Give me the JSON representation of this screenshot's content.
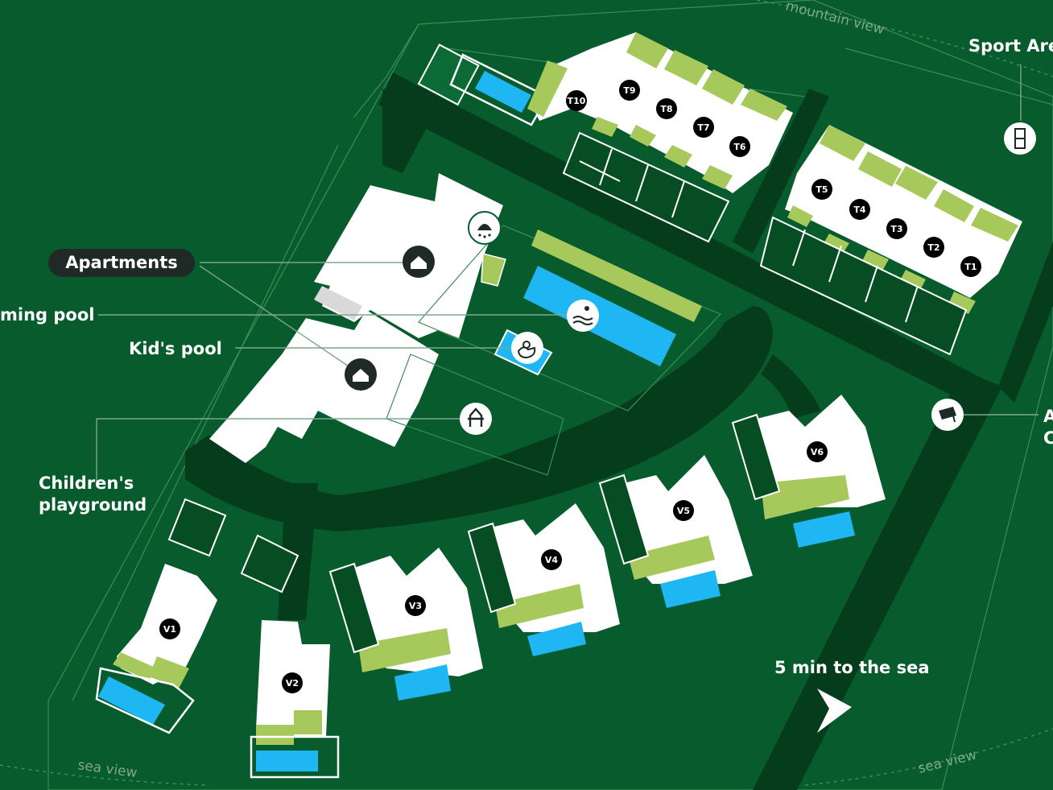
{
  "map": {
    "labels": {
      "mountain_view": "mountain view",
      "sport_area": "Sport Are",
      "apartments": "Apartments",
      "swimming_pool": "ming pool",
      "kids_pool": "Kid's pool",
      "childrens_playground_line1": "Children's",
      "childrens_playground_line2": "playground",
      "sea_distance": "5 min to the sea",
      "sea_view_left": "sea view",
      "sea_view_right": "sea view",
      "right_edge_a": "A",
      "right_edge_c": "C"
    },
    "townhouses": [
      "T10",
      "T9",
      "T8",
      "T7",
      "T6",
      "T5",
      "T4",
      "T3",
      "T2",
      "T1"
    ],
    "villas": [
      "V1",
      "V2",
      "V3",
      "V4",
      "V5",
      "V6"
    ],
    "icons": [
      "apartment-icon",
      "shower-icon",
      "swimming-pool-icon",
      "kids-pool-duck-icon",
      "playground-icon",
      "camera-icon",
      "sport-area-icon",
      "arrow-icon"
    ],
    "colors": {
      "background": "#075b2c",
      "road": "#053d1c",
      "building": "#ffffff",
      "grass": "#a7c95c",
      "pool": "#1eb6f3",
      "label_pill": "#1f2a26"
    }
  }
}
